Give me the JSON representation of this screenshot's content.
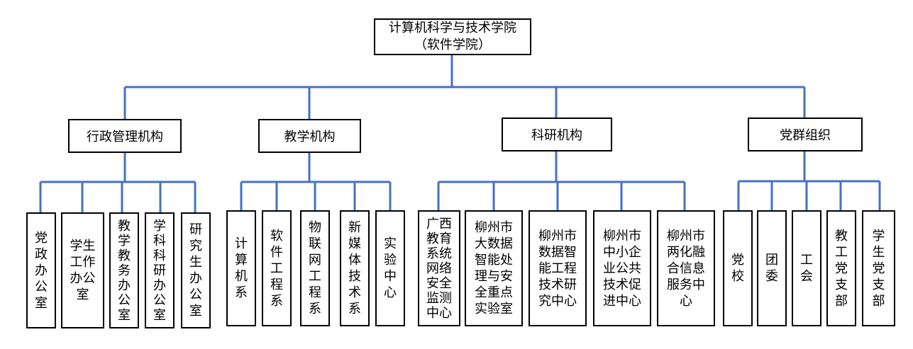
{
  "root": {
    "label": "计算机科学与技术学院\n（软件学院）"
  },
  "branches": [
    {
      "label": "行政管理机构",
      "children": [
        "党\n政\n办\n公\n室",
        "学生\n工作\n办公\n室",
        "教\n学\n教\n务\n办\n公\n室",
        "学\n科\n科\n研\n办\n公\n室",
        "研\n究\n生\n办\n公\n室"
      ]
    },
    {
      "label": "教学机构",
      "children": [
        "计\n算\n机\n系",
        "软\n件\n工\n程\n系",
        "物\n联\n网\n工\n程\n系",
        "新\n媒\n体\n技\n术\n系",
        "实\n验\n中\n心"
      ]
    },
    {
      "label": "科研机构",
      "children": [
        "广西\n教育\n系统\n网络\n安全\n监测\n中心",
        "柳州市\n大数据\n智能处\n理与安\n全重点\n实验室",
        "柳州市\n数据智\n能工程\n技术研\n究中心",
        "柳州市\n中小企\n业公共\n技术促\n进中心",
        "柳州市\n两化融\n合信息\n服务中\n心"
      ]
    },
    {
      "label": "党群组织",
      "children": [
        "党\n校",
        "团\n委",
        "工\n会",
        "教\n工\n党\n支\n部",
        "学\n生\n党\n支\n部"
      ]
    }
  ]
}
